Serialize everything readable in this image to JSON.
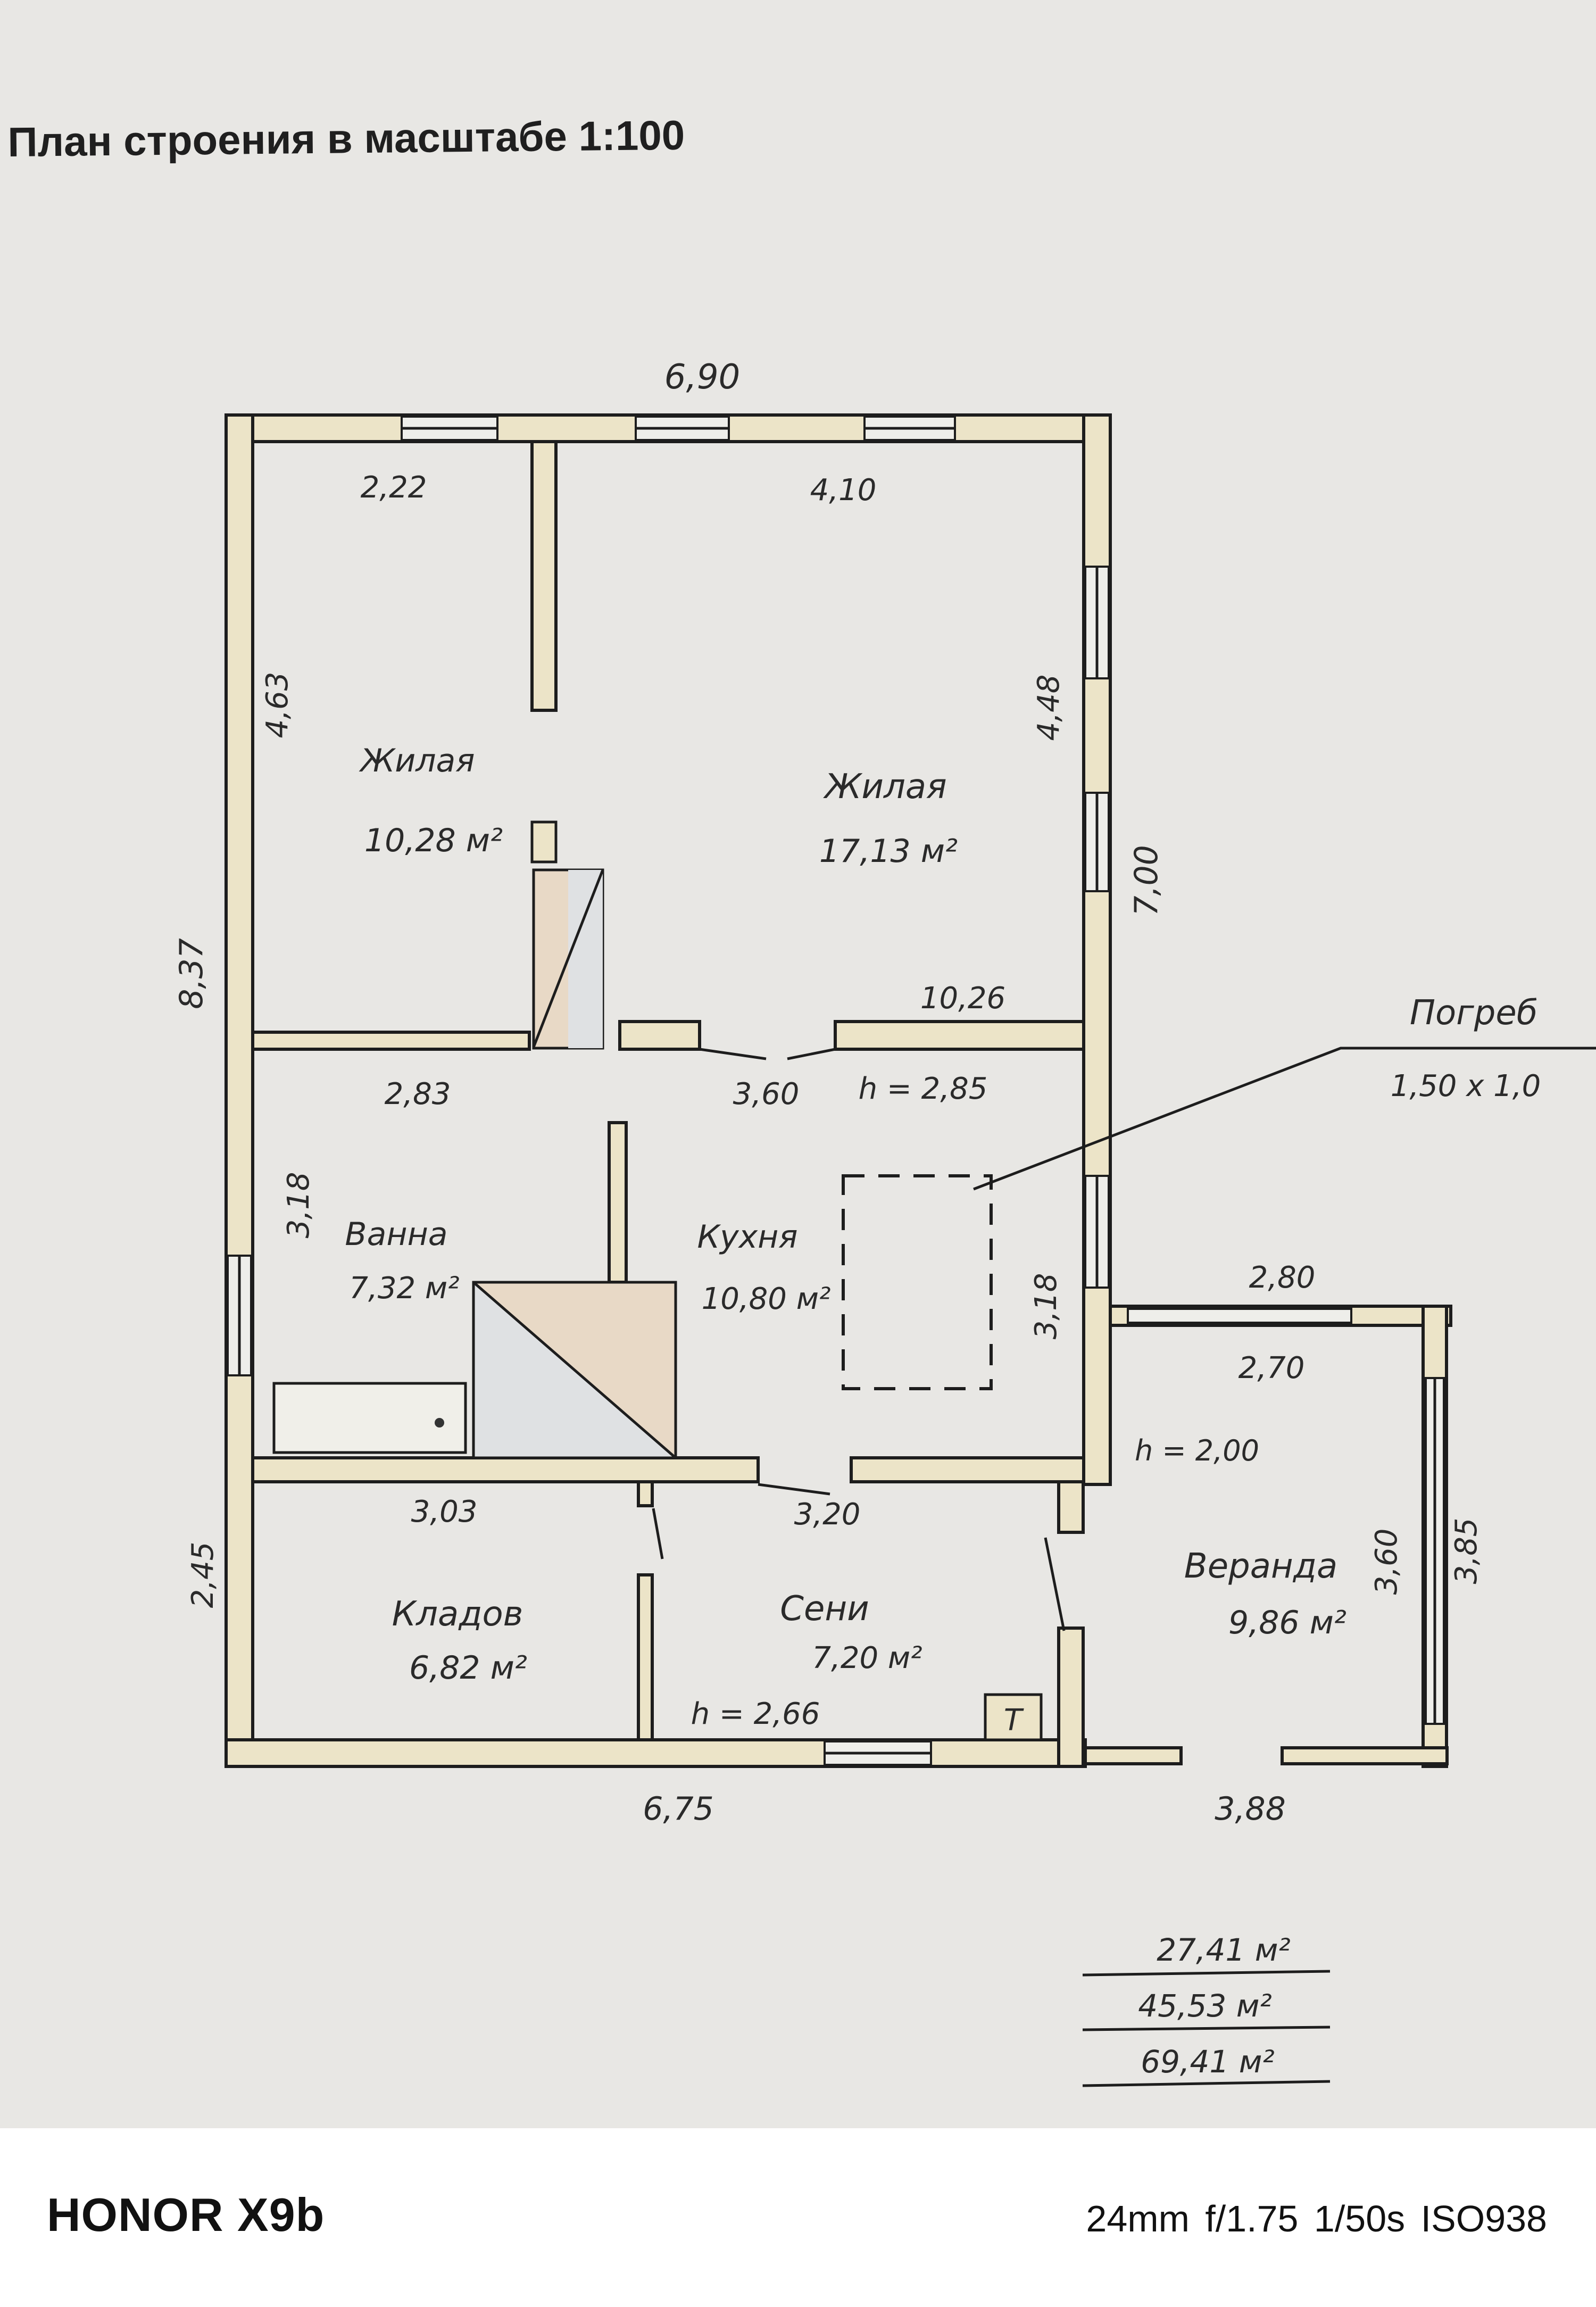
{
  "heading": "План строения в масштабе 1:100",
  "dimensions": {
    "top_total": "6,90",
    "left_total": "8,37",
    "right_main": "7,00",
    "bottom_total": "6,75",
    "top_left_room": "2,22",
    "top_right_room": "4,10",
    "left_upper_room": "4,63",
    "right_upper_room": "4,48",
    "partition_right": "10,26",
    "bath_width": "2,83",
    "kitchen_width": "3,60",
    "bath_height": "3,18",
    "kitchen_height": "3,18",
    "pantry_width": "3,03",
    "hall_width": "3,20",
    "lower_height": "2,45",
    "veranda_outer_top": "2,80",
    "veranda_inner_top": "2,70",
    "veranda_inner_side": "3,60",
    "veranda_outer_side": "3,85",
    "veranda_bottom": "3,88"
  },
  "heights": {
    "main": "h = 2,85",
    "veranda": "h = 2,00",
    "hall": "h = 2,66"
  },
  "rooms": {
    "living_small": {
      "name": "Жилая",
      "area": "10,28 м²"
    },
    "living_large": {
      "name": "Жилая",
      "area": "17,13 м²"
    },
    "bath": {
      "name": "Ванна",
      "area": "7,32 м²"
    },
    "kitchen": {
      "name": "Кухня",
      "area": "10,80 м²"
    },
    "pantry": {
      "name": "Кладов",
      "area": "6,82 м²"
    },
    "hall": {
      "name": "Сени",
      "area": "7,20 м²"
    },
    "veranda": {
      "name": "Веранда",
      "area": "9,86 м²"
    }
  },
  "cellar": {
    "name": "Погреб",
    "size": "1,50 x 1,0"
  },
  "stove_mark": "Т",
  "totals": [
    "27,41 м²",
    "45,53 м²",
    "69,41 м²"
  ],
  "footer": {
    "brand": "HONOR X9b",
    "exif": "24mm  f/1.75  1/50s  ISO938"
  }
}
